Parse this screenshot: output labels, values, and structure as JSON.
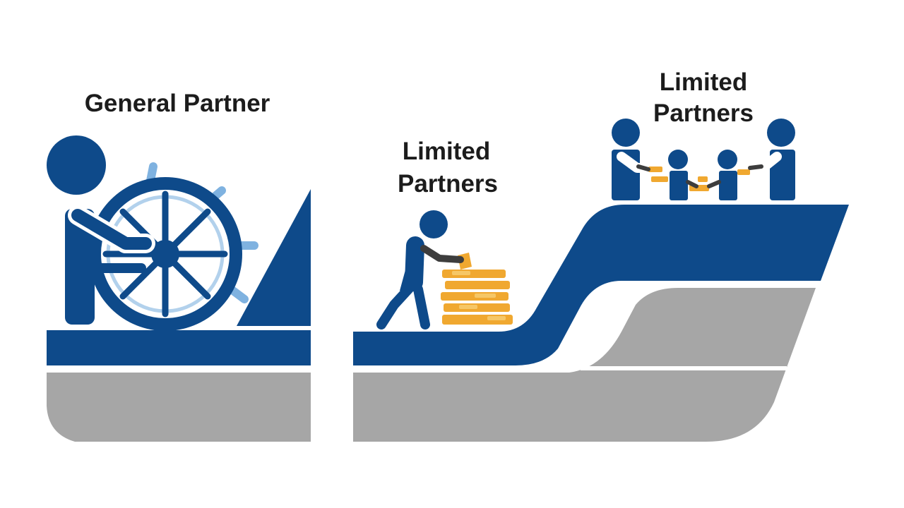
{
  "labels": {
    "general_partner": "General Partner",
    "limited_partners_left_line1": "Limited",
    "limited_partners_left_line2": "Partners",
    "limited_partners_right_line1": "Limited",
    "limited_partners_right_line2": "Partners"
  },
  "icons": {
    "helmsman": "general-partner-figure-icon",
    "ship_wheel": "ship-wheel-icon",
    "worker": "lifting-worker-figure-icon",
    "gold_stack": "gold-bars-stack-icon",
    "group": "four-partners-group-icon"
  },
  "colors": {
    "navy": "#0e4a8a",
    "gray": "#a6a6a6",
    "gold": "#f0a830",
    "gold_light": "#f6c766",
    "wheel_light": "#7fb2e0",
    "text": "#1c1c1c"
  }
}
